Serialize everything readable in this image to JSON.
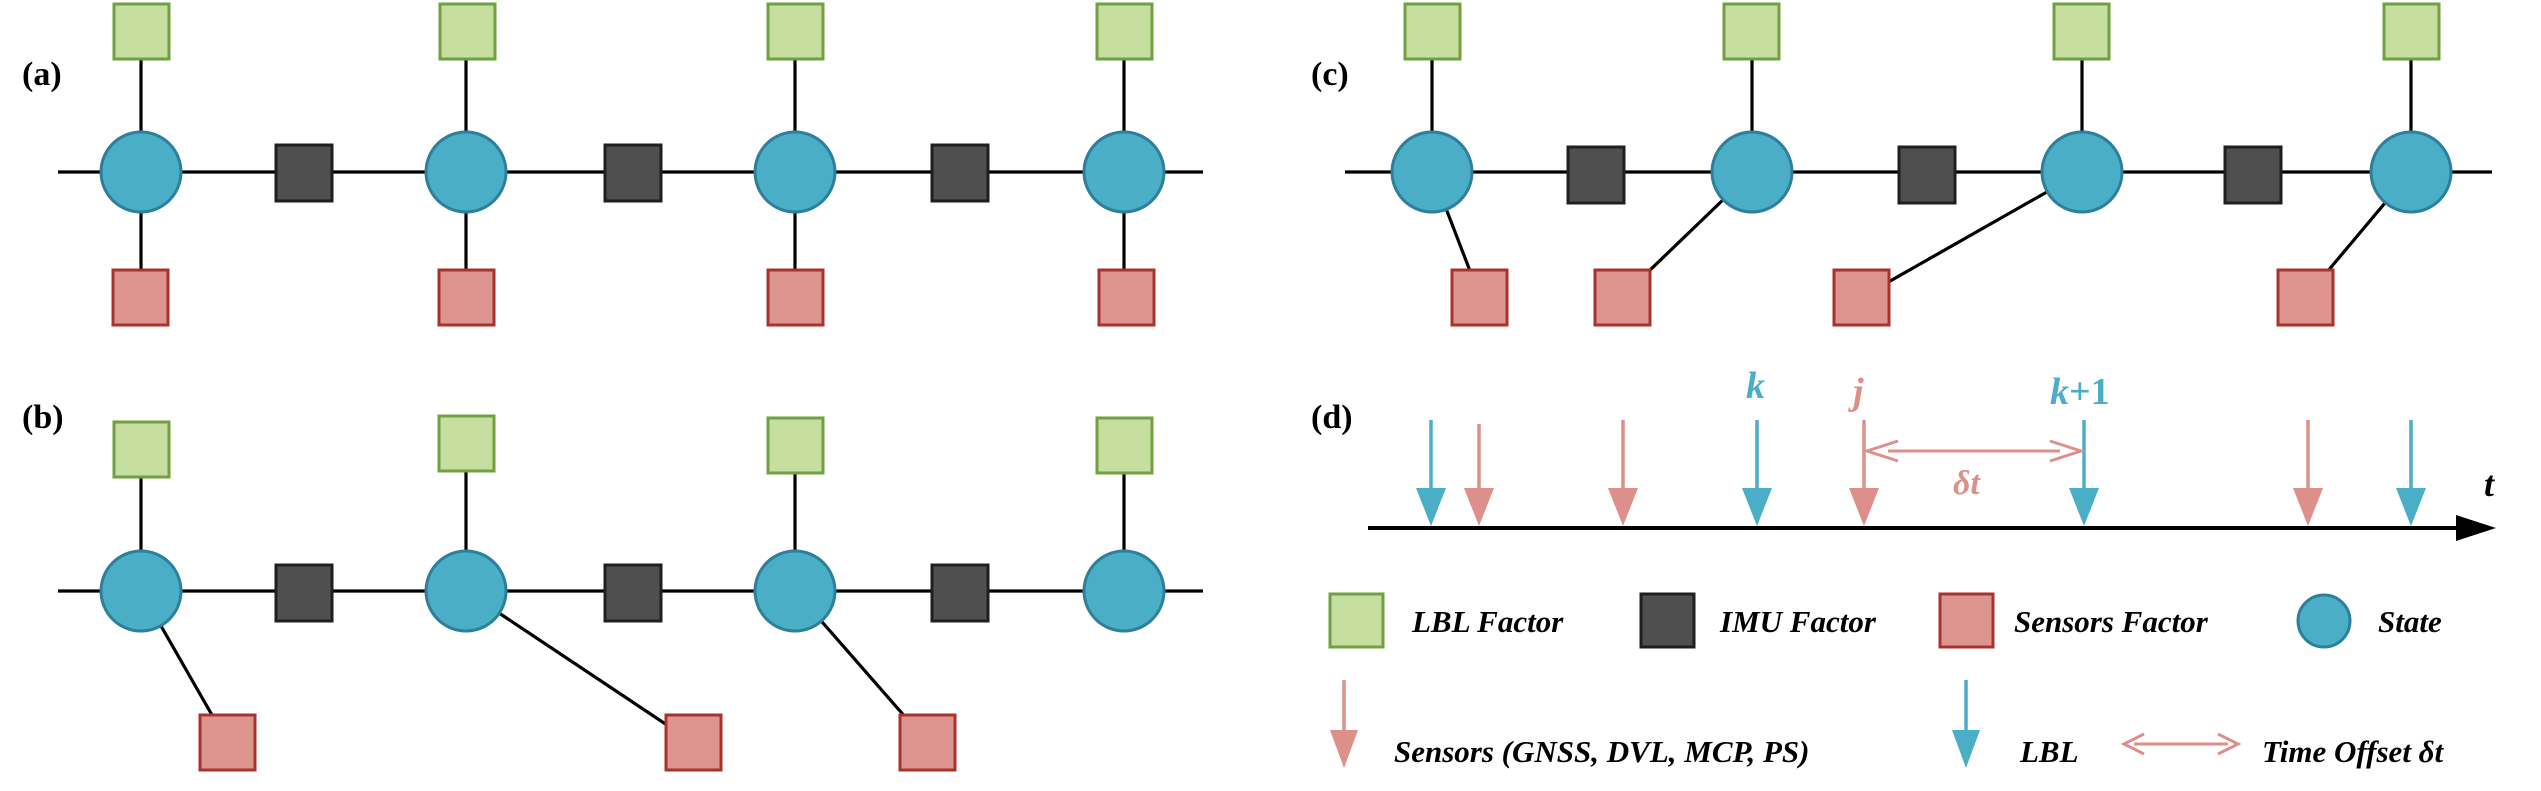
{
  "panels": {
    "a": "(a)",
    "b": "(b)",
    "c": "(c)",
    "d": "(d)"
  },
  "timeline": {
    "axis_label": "t",
    "k_label": "k",
    "j_label": "j",
    "k1_label_k": "k",
    "k1_label_plus": "+1",
    "offset_label": "δt"
  },
  "legend": {
    "lbl_factor": "LBL Factor",
    "imu_factor": "IMU Factor",
    "sensors_factor": "Sensors Factor",
    "state": "State",
    "sensors_arrow": "Sensors (GNSS, DVL, MCP, PS)",
    "lbl_arrow": "LBL",
    "time_offset": "Time Offset δt"
  },
  "colors": {
    "state": "#4aaec6",
    "lbl_factor": "#c6dea0",
    "imu_factor": "#4f4f4f",
    "sensors_factor": "#de958f",
    "lbl_arrow": "#4aaec6",
    "sensors_arrow": "#dd8f8a"
  },
  "icons": [
    "state-circle-icon",
    "lbl-factor-square-icon",
    "imu-factor-square-icon",
    "sensors-factor-square-icon",
    "down-arrow-icon",
    "double-arrow-icon"
  ]
}
